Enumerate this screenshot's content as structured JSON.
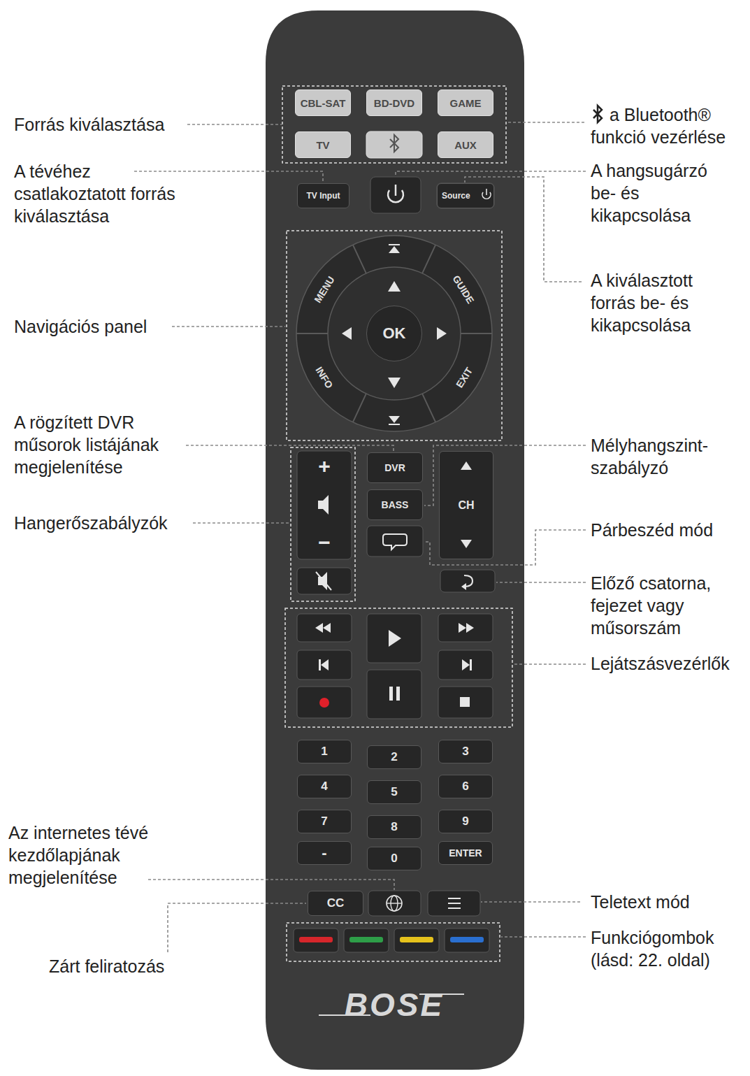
{
  "diagram": {
    "nodes": [
      {
        "text": [
          "CBL-SAT"
        ]
      },
      {
        "text": [
          "BD-DVD"
        ]
      },
      {
        "text": [
          "GAME"
        ]
      },
      {
        "text": [
          "TV"
        ]
      },
      {
        "text": [
          "AUX"
        ]
      },
      {
        "text": [
          "TV Input"
        ]
      },
      {
        "text": [
          "Source"
        ]
      },
      {
        "text": [
          "OK"
        ]
      },
      {
        "text": [
          "DVR"
        ]
      },
      {
        "text": [
          "BASS"
        ]
      },
      {
        "text": [
          "CH"
        ]
      },
      {
        "text": [
          "1"
        ]
      },
      {
        "text": [
          "2"
        ]
      },
      {
        "text": [
          "3"
        ]
      },
      {
        "text": [
          "4"
        ]
      },
      {
        "text": [
          "5"
        ]
      },
      {
        "text": [
          "6"
        ]
      },
      {
        "text": [
          "7"
        ]
      },
      {
        "text": [
          "8"
        ]
      },
      {
        "text": [
          "9"
        ]
      },
      {
        "text": [
          "-"
        ]
      },
      {
        "text": [
          "0"
        ]
      },
      {
        "text": [
          "ENTER"
        ]
      },
      {
        "text": [
          "CC"
        ]
      }
    ],
    "labels": [
      "Forrás kiválasztása",
      "A tévéhez csatlakoztatott forrás kiválasztása",
      "Navigációs panel",
      "A rögzített DVR műsorok listájának megjelenítése",
      "Hangerőszabályzók",
      "Az internetes tévé kezdőlapjának megjelenítése",
      "Zárt feliratozás",
      "a Bluetooth® funkció vezérlése",
      "A hangsugárzó be- és kikapcsolása",
      "A kiválasztott forrás be- és kikapcsolása",
      "Mélyhangszint-szabályzó",
      "Párbeszéd mód",
      "Előző csatorna, fejezet vagy műsorszám",
      "Lejátszásvezérlők",
      "Teletext mód",
      "Funkciógombok (lásd: 22. oldal)",
      "MENU",
      "GUIDE",
      "INFO",
      "EXIT",
      "+",
      "−",
      "BOSE"
    ]
  }
}
